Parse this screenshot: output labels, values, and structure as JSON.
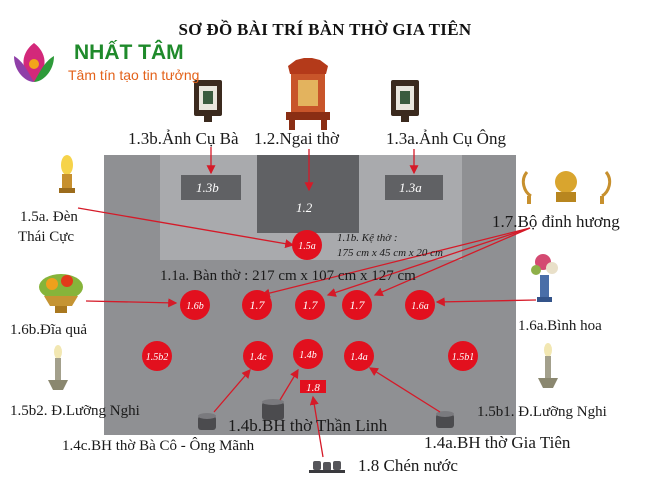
{
  "title": "SƠ ĐỒ BÀI TRÍ BÀN THỜ GIA TIÊN",
  "brand": {
    "name": "NHẤT TÂM",
    "tagline": "Tâm tín tạo tin tưởng"
  },
  "boxes": {
    "b13b": "1.3b",
    "b12": "1.2",
    "b13a": "1.3a"
  },
  "labels": {
    "l13b": "1.3b.Ảnh Cụ Bà",
    "l12": "1.2.Ngai thờ",
    "l13a": "1.3a.Ảnh Cụ Ông",
    "l15a": "1.5a. Đèn",
    "l15a2": "Thái Cực",
    "l11b": "1.1b. Kệ thờ :",
    "l11b2": "175 cm x 45 cm x 20 cm",
    "l17": "1.7.Bộ đỉnh hương",
    "l11a": "1.1a. Bàn thờ : 217 cm x 107 cm x 127 cm",
    "l16b": "1.6b.Đĩa quả",
    "l16a": "1.6a.Bình hoa",
    "l15b2": "1.5b2. Đ.Lưỡng Nghi",
    "l15b1": "1.5b1. Đ.Lưỡng Nghi",
    "l14b": "1.4b.BH thờ Thần Linh",
    "l14c": "1.4c.BH thờ Bà Cô - Ông Mãnh",
    "l14a": "1.4a.BH thờ  Gia Tiên",
    "l18": "1.8 Chén nước"
  },
  "circles": [
    {
      "id": "c15a",
      "text": "1.5a"
    },
    {
      "id": "c16b",
      "text": "1.6b"
    },
    {
      "id": "c17l",
      "text": "1.7"
    },
    {
      "id": "c17m",
      "text": "1.7"
    },
    {
      "id": "c17r",
      "text": "1.7"
    },
    {
      "id": "c16a",
      "text": "1.6a"
    },
    {
      "id": "c15b2",
      "text": "1.5b2"
    },
    {
      "id": "c14c",
      "text": "1.4c"
    },
    {
      "id": "c14b",
      "text": "1.4b"
    },
    {
      "id": "c14a",
      "text": "1.4a"
    },
    {
      "id": "c15b1",
      "text": "1.5b1"
    }
  ],
  "cup": {
    "text": "1.8"
  },
  "colors": {
    "table": "#8f9093",
    "shelf": "#a9aaad",
    "box": "#606164",
    "badge": "#e2101e",
    "arrow": "#d51a28",
    "brand_green": "#1f8a2b",
    "brand_orange": "#e3621a"
  }
}
